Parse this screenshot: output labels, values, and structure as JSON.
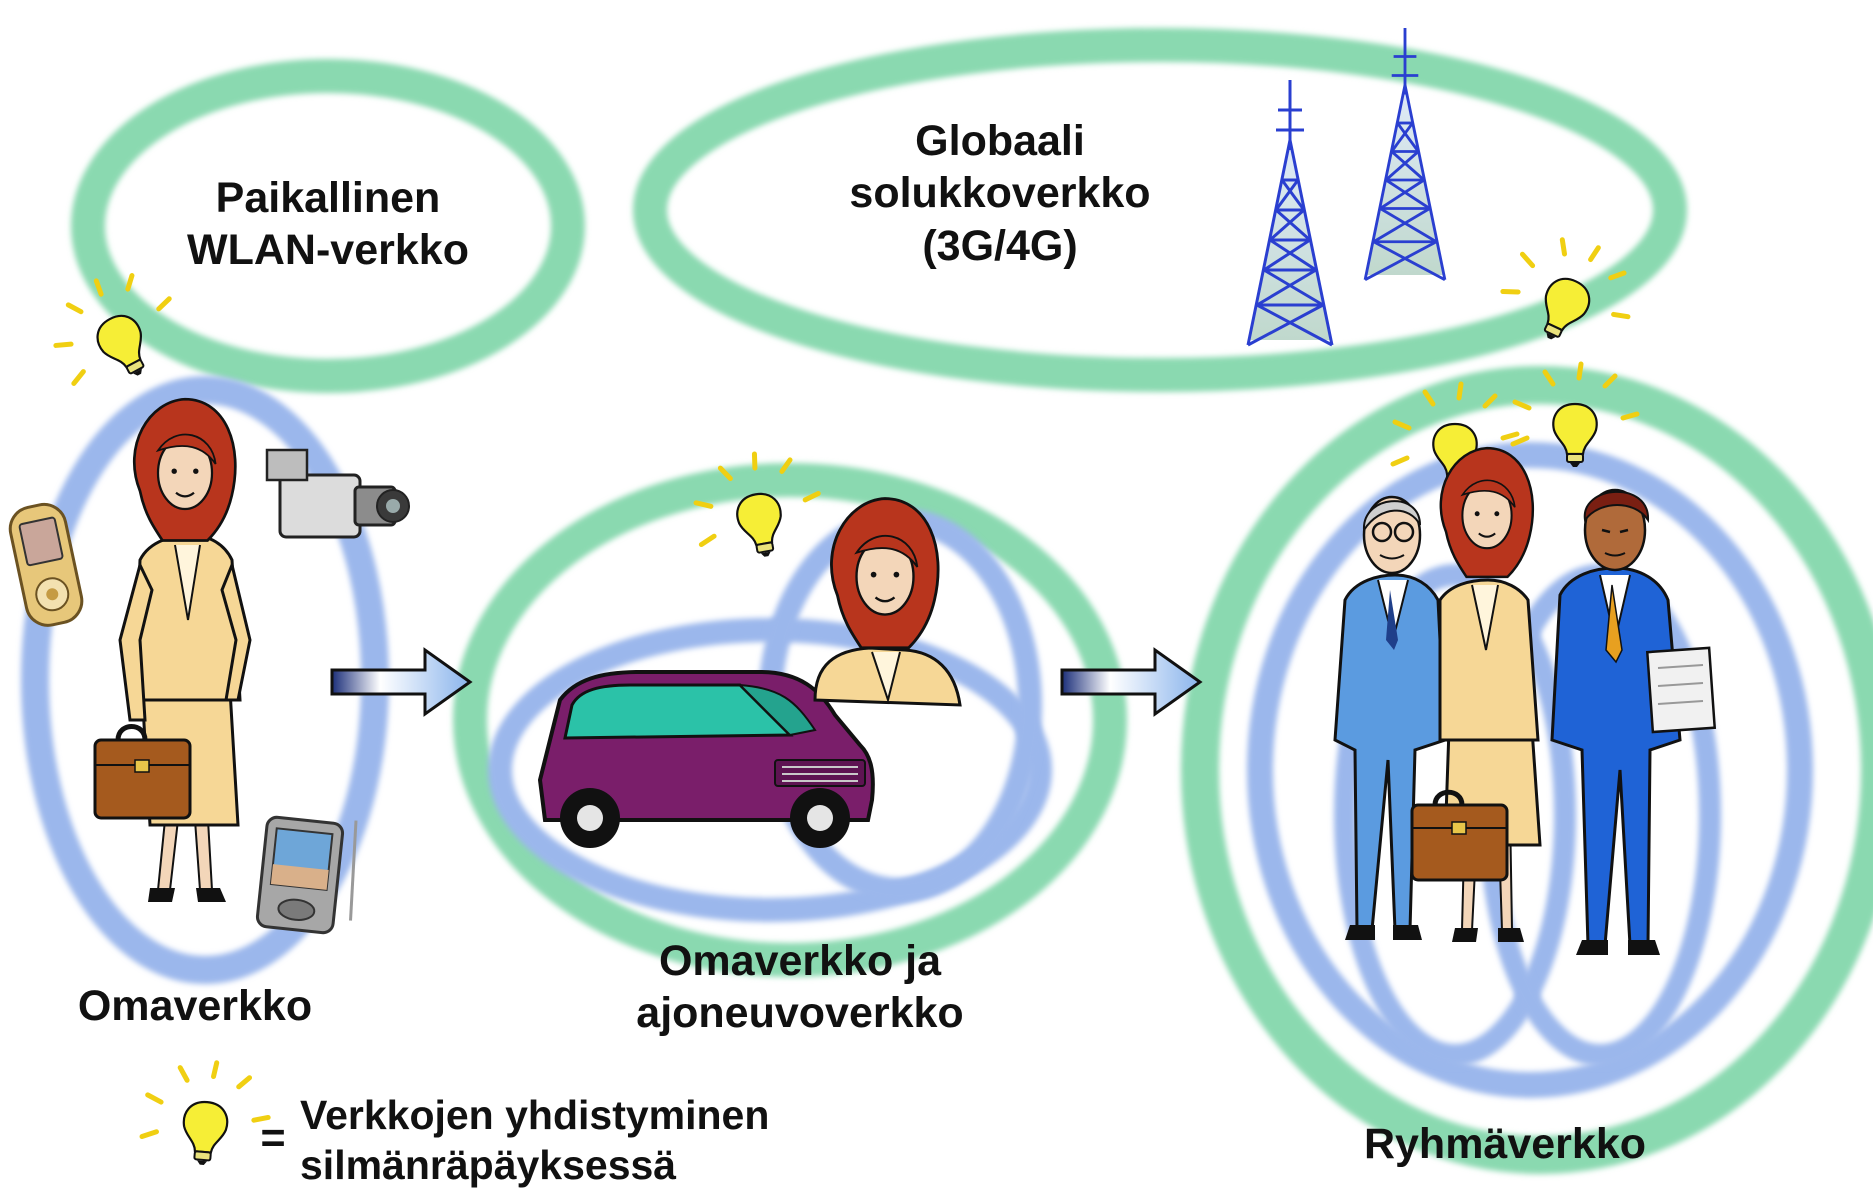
{
  "labels": {
    "wlan": [
      "Paikallinen",
      "WLAN-verkko"
    ],
    "cellular": [
      "Globaali",
      "solukkoverkko",
      "(3G/4G)"
    ],
    "personal": "Omaverkko",
    "vehicle": [
      "Omaverkko ja",
      "ajoneuvoverkko"
    ],
    "group": "Ryhmäverkko"
  },
  "legend": {
    "equals": "=",
    "text": [
      "Verkkojen yhdistyminen",
      "silmänräpäyksessä"
    ]
  },
  "colors": {
    "green_ring": "#8ad9b0",
    "blue_ring": "#9bb7ec",
    "bulb": "#f4ec35",
    "bulb_rays": "#f2d316",
    "arrow": "#9fc3ee",
    "tower": "#2a3fd0",
    "van": "#7a1e6a",
    "text": "#111111"
  },
  "icons": [
    "lightbulb-icon",
    "cell-tower-icon",
    "mobile-phone-icon",
    "video-camera-icon",
    "pda-icon",
    "briefcase-icon",
    "van-icon",
    "person-icon",
    "arrow-right-icon"
  ]
}
